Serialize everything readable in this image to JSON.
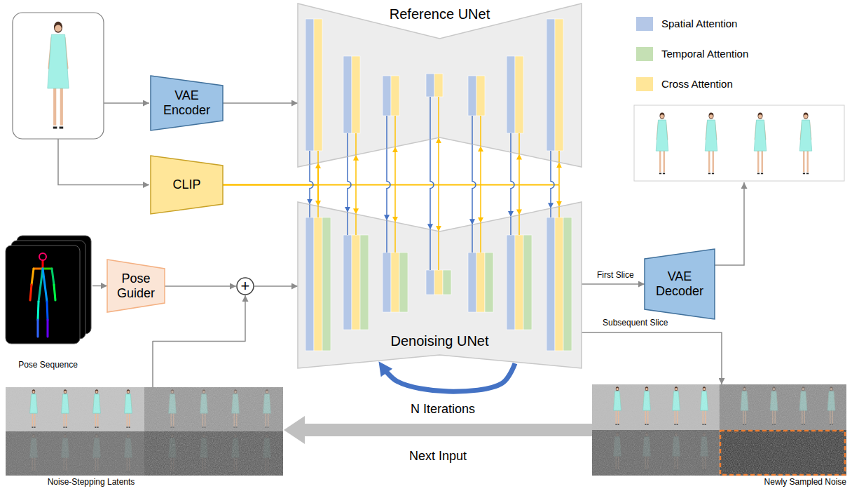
{
  "diagram": {
    "nodes": [
      {
        "text": [
          "Reference UNet"
        ]
      },
      {
        "text": [
          "VAE Encoder"
        ]
      },
      {
        "text": [
          "CLIP"
        ]
      },
      {
        "text": [
          "Denoising UNet"
        ]
      },
      {
        "text": [
          "Pose Sequence"
        ]
      },
      {
        "text": [
          "Pose Guider"
        ]
      },
      {
        "text": [
          "+"
        ]
      },
      {
        "text": [
          "Noise-Stepping Latents"
        ]
      },
      {
        "text": [
          "VAE Decoder"
        ]
      },
      {
        "text": [
          "Newly Sampled Noise"
        ]
      }
    ],
    "edges": [
      {
        "from": 1,
        "to": 0,
        "arrow": "to"
      },
      {
        "from": 2,
        "to": 0,
        "arrow": "to"
      },
      {
        "from": 2,
        "to": 3,
        "arrow": "to"
      },
      {
        "from": 0,
        "to": 3,
        "arrow": "to"
      },
      {
        "from": 4,
        "to": 5,
        "arrow": "to"
      },
      {
        "from": 5,
        "to": 6,
        "arrow": "to"
      },
      {
        "from": 7,
        "to": 6,
        "arrow": "to"
      },
      {
        "from": 6,
        "to": 3,
        "arrow": "to"
      },
      {
        "from": 3,
        "to": 8,
        "label": "First Slice",
        "arrow": "to"
      },
      {
        "from": 3,
        "to": 9,
        "label": "Subsequent Slice",
        "arrow": "to"
      },
      {
        "from": 9,
        "to": 7,
        "label": "Next Input",
        "arrow": "to"
      },
      {
        "from": 3,
        "to": 3,
        "label": "N Iterations",
        "arrow": "to"
      }
    ],
    "legend": [
      {
        "text": "Spatial Attention",
        "color": "#b4c7e7"
      },
      {
        "text": "Temporal Attention",
        "color": "#c5e0b4"
      },
      {
        "text": "Cross Attention",
        "color": "#ffe699"
      }
    ]
  }
}
